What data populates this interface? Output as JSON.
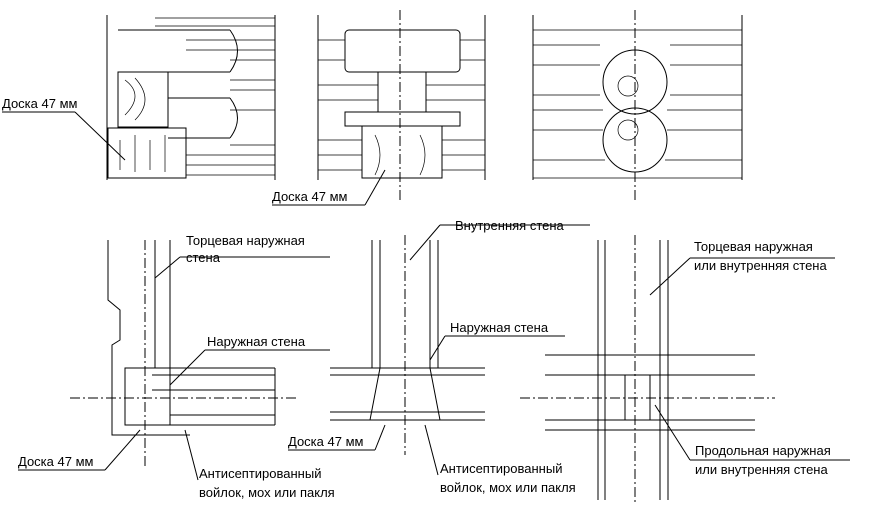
{
  "labels": {
    "board_top_left": "Доска 47 мм",
    "board_top_mid": "Доска 47 мм",
    "end_wall_left_1": "Торцевая наружная",
    "end_wall_left_2": "стена",
    "inner_wall": "Внутренняя стена",
    "end_wall_right_1": "Торцевая наружная",
    "end_wall_right_2": "или внутренняя стена",
    "outer_wall_left": "Наружная стена",
    "outer_wall_mid": "Наружная стена",
    "board_bottom_mid": "Доска 47 мм",
    "board_bottom_left": "Доска 47 мм",
    "felt_left_1": "Антисептированный",
    "felt_left_2": "войлок, мох или пакля",
    "felt_mid_1": "Антисептированный",
    "felt_mid_2": "войлок, мох или пакля",
    "long_wall_1": "Продольная наружная",
    "long_wall_2": "или внутренняя стена"
  }
}
